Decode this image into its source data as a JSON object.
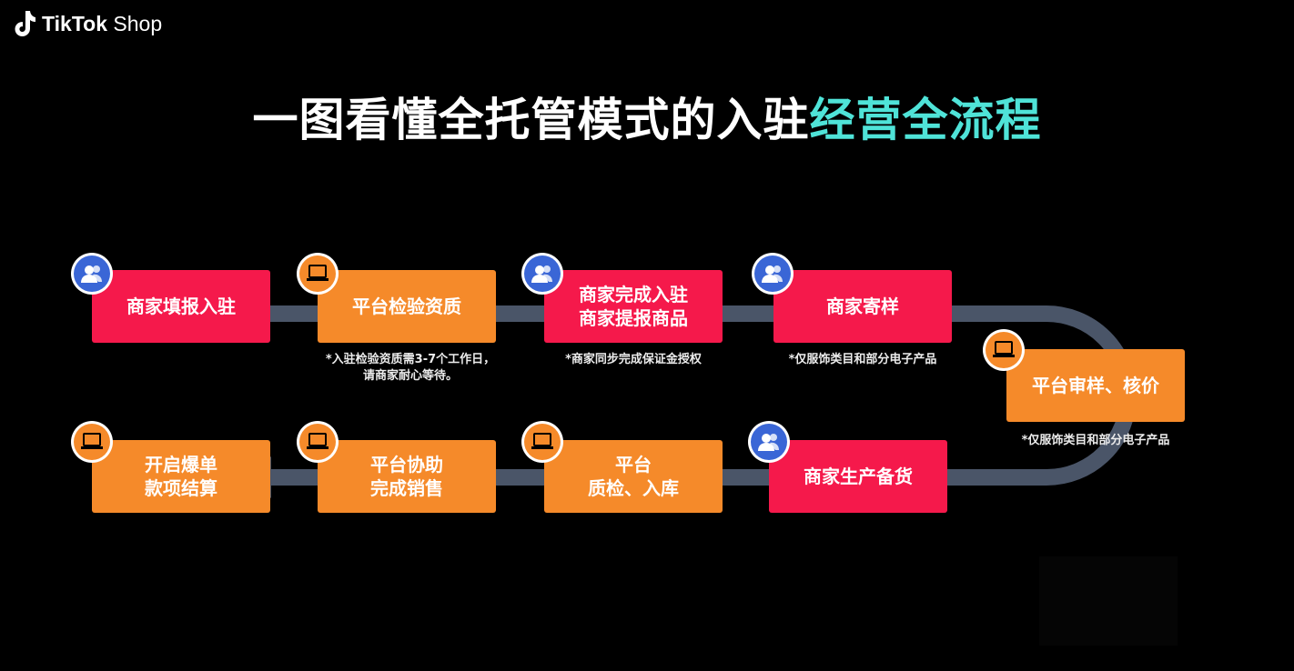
{
  "brand": {
    "name_bold": "TikTok",
    "name_light": "Shop"
  },
  "title": {
    "main": "一图看懂全托管模式的入驻",
    "highlight": "经营全流程"
  },
  "colors": {
    "merchant_step": "#f5194b",
    "platform_step": "#f58a2a",
    "highlight": "#4fe3d8",
    "track": "#4a5568"
  },
  "steps": [
    {
      "label": "商家填报入驻",
      "actor": "merchant",
      "icon": "user-icon"
    },
    {
      "label": "平台检验资质",
      "actor": "platform",
      "icon": "laptop-icon",
      "note": [
        "*入驻检验资质需3-7个工作日，",
        "请商家耐心等待。"
      ]
    },
    {
      "label_lines": [
        "商家完成入驻",
        "商家提报商品"
      ],
      "actor": "merchant",
      "icon": "user-icon",
      "note": [
        "*商家同步完成保证金授权"
      ]
    },
    {
      "label": "商家寄样",
      "actor": "merchant",
      "icon": "user-icon",
      "note": [
        "*仅服饰类目和部分电子产品"
      ]
    },
    {
      "label": "平台审样、核价",
      "actor": "platform",
      "icon": "laptop-icon",
      "note": [
        "*仅服饰类目和部分电子产品"
      ]
    },
    {
      "label": "商家生产备货",
      "actor": "merchant",
      "icon": "user-icon"
    },
    {
      "label_lines": [
        "平台",
        "质检、入库"
      ],
      "actor": "platform",
      "icon": "laptop-icon"
    },
    {
      "label_lines": [
        "平台协助",
        "完成销售"
      ],
      "actor": "platform",
      "icon": "laptop-icon"
    },
    {
      "label_lines": [
        "开启爆单",
        "款项结算"
      ],
      "actor": "platform",
      "icon": "laptop-icon"
    }
  ]
}
